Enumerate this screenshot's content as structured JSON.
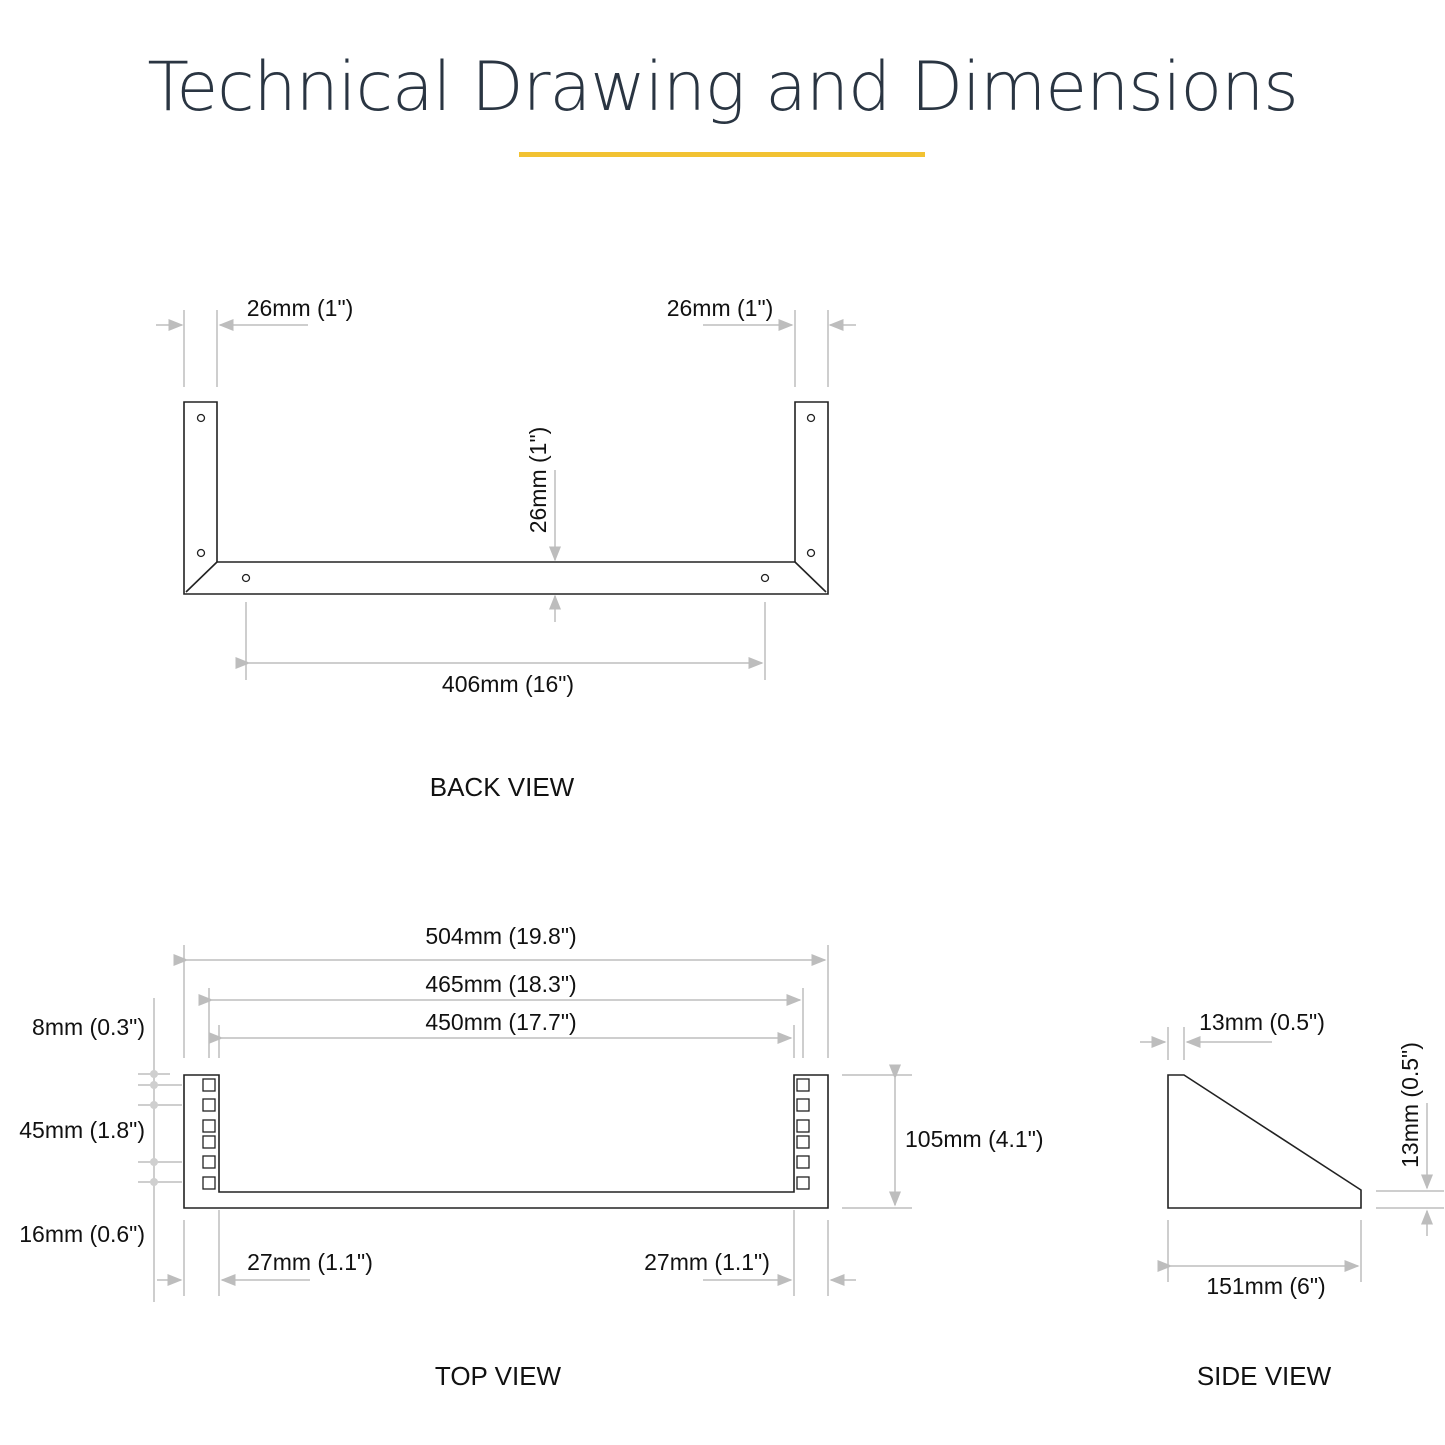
{
  "title": "Technical Drawing and Dimensions",
  "colors": {
    "accent": "#f2c232",
    "title": "#2a3542",
    "dimension_lines": "#bdbdbd",
    "outline": "#222222"
  },
  "back_view": {
    "label": "BACK VIEW",
    "left_flange_width": "26mm (1\")",
    "right_flange_width": "26mm (1\")",
    "base_height": "26mm (1\")",
    "hole_spacing": "406mm (16\")"
  },
  "top_view": {
    "label": "TOP VIEW",
    "overall_width": "504mm (19.8\")",
    "mid_width": "465mm (18.3\")",
    "inner_width": "450mm (17.7\")",
    "top_offset": "8mm (0.3\")",
    "hole_span": "45mm (1.8\")",
    "bottom_offset": "16mm (0.6\")",
    "left_flange": "27mm (1.1\")",
    "right_flange": "27mm (1.1\")",
    "depth": "105mm (4.1\")"
  },
  "side_view": {
    "label": "SIDE VIEW",
    "top_width": "13mm (0.5\")",
    "end_height": "13mm (0.5\")",
    "length": "151mm (6\")"
  }
}
